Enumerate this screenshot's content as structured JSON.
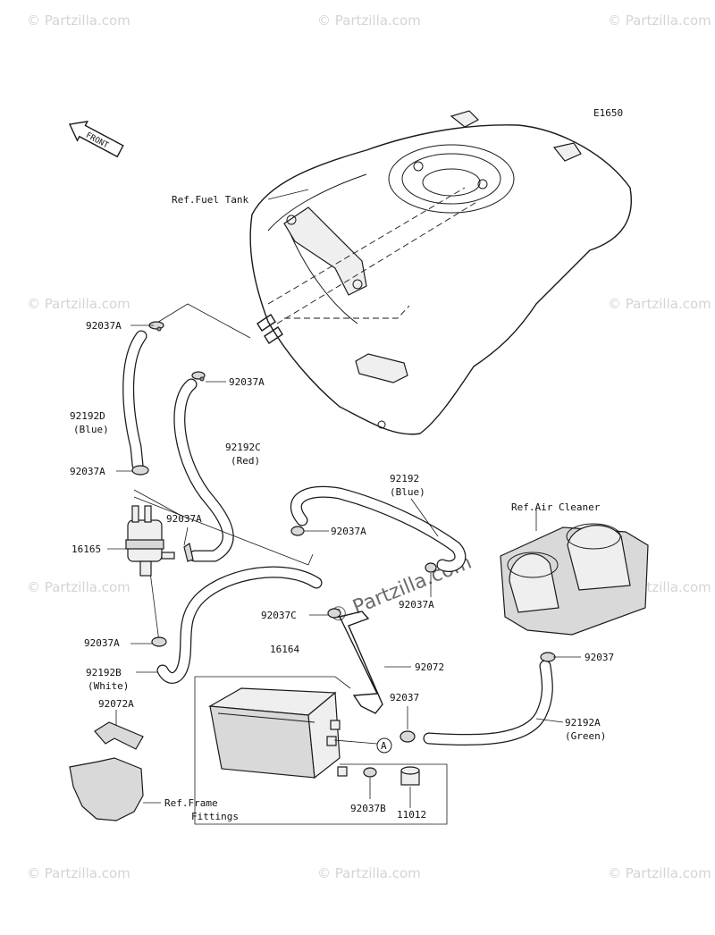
{
  "diagram_code": "E1650",
  "front_label": "FRONT",
  "callout_a": "A",
  "watermark_text": "© Partzilla.com",
  "labels": {
    "fuel_tank": "Ref.Fuel Tank",
    "p92037A_top": "92037A",
    "p92037A_right_top": "92037A",
    "p92192D": "92192D",
    "p92192D_color": "(Blue)",
    "p92037A_left_mid": "92037A",
    "p92192C": "92192C",
    "p92192C_color": "(Red)",
    "p92037A_filter": "92037A",
    "p16165": "16165",
    "p92192": "92192",
    "p92192_color": "(Blue)",
    "p92037A_hose_left": "92037A",
    "p92037A_hose_right": "92037A",
    "air_cleaner": "Ref.Air Cleaner",
    "p92037C": "92037C",
    "p92037A_lower": "92037A",
    "p92192B": "92192B",
    "p92192B_color": "(White)",
    "p16164": "16164",
    "p92072": "92072",
    "p92037_right": "92037",
    "p92037_mid": "92037",
    "p92192A": "92192A",
    "p92192A_color": "(Green)",
    "p92072A": "92072A",
    "frame_fittings_1": "Ref.Frame",
    "frame_fittings_2": "Fittings",
    "p92037B": "92037B",
    "p11012": "11012"
  }
}
